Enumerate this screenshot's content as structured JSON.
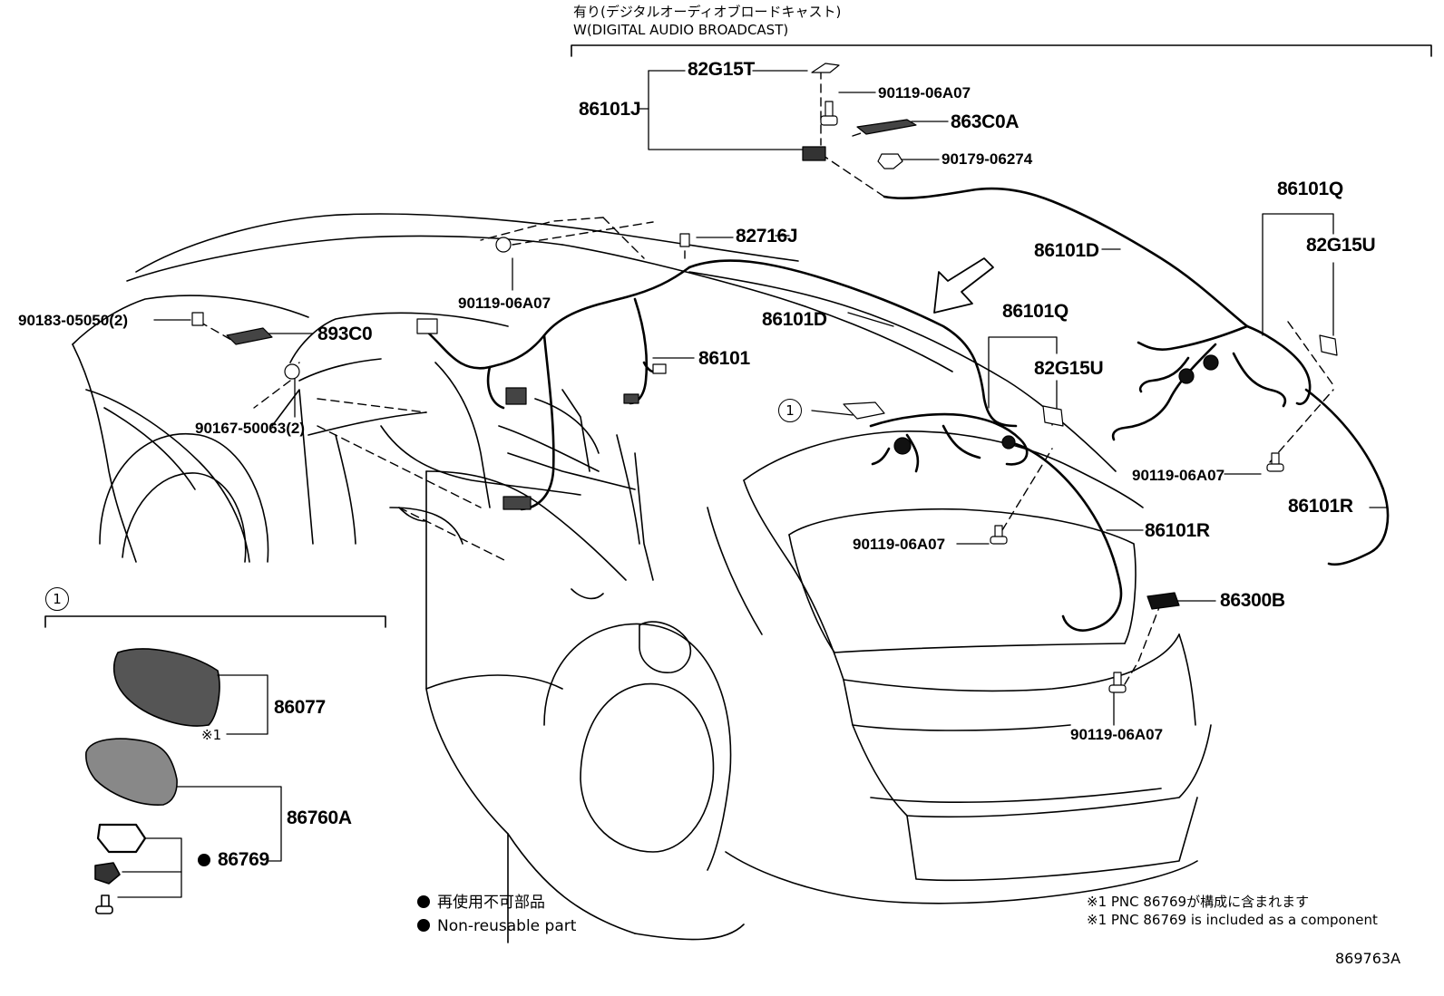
{
  "header": {
    "line1": "有り(デジタルオーディオブロードキャスト)",
    "line2": "W(DIGITAL AUDIO BROADCAST)"
  },
  "callout_number": "1",
  "parts": {
    "p82G15T": "82G15T",
    "p86101J": "86101J",
    "p90119_06A07_a": "90119-06A07",
    "p863C0A": "863C0A",
    "p90179_06274": "90179-06274",
    "p86101Q_a": "86101Q",
    "p86101D_a": "86101D",
    "p82G15U_a": "82G15U",
    "p82716J": "82716J",
    "p90119_06A07_b": "90119-06A07",
    "p86101D_b": "86101D",
    "p86101Q_b": "86101Q",
    "p82G15U_b": "82G15U",
    "p90183_05050": "90183-05050(2)",
    "p893C0": "893C0",
    "p86101": "86101",
    "p90167_50063": "90167-50063(2)",
    "p90119_06A07_c": "90119-06A07",
    "p86101R_a": "86101R",
    "p90119_06A07_d": "90119-06A07",
    "p86101R_b": "86101R",
    "p86300B": "86300B",
    "p90119_06A07_e": "90119-06A07",
    "p86077": "86077",
    "p86760A": "86760A",
    "p86769": "86769",
    "note_mark": "※1"
  },
  "legend": {
    "jp": "再使用不可部品",
    "en": "Non-reusable part"
  },
  "notes": {
    "jp": "※1 PNC 86769が構成に含まれます",
    "en": "※1 PNC 86769 is included as a component"
  },
  "figure_id": "869763A"
}
